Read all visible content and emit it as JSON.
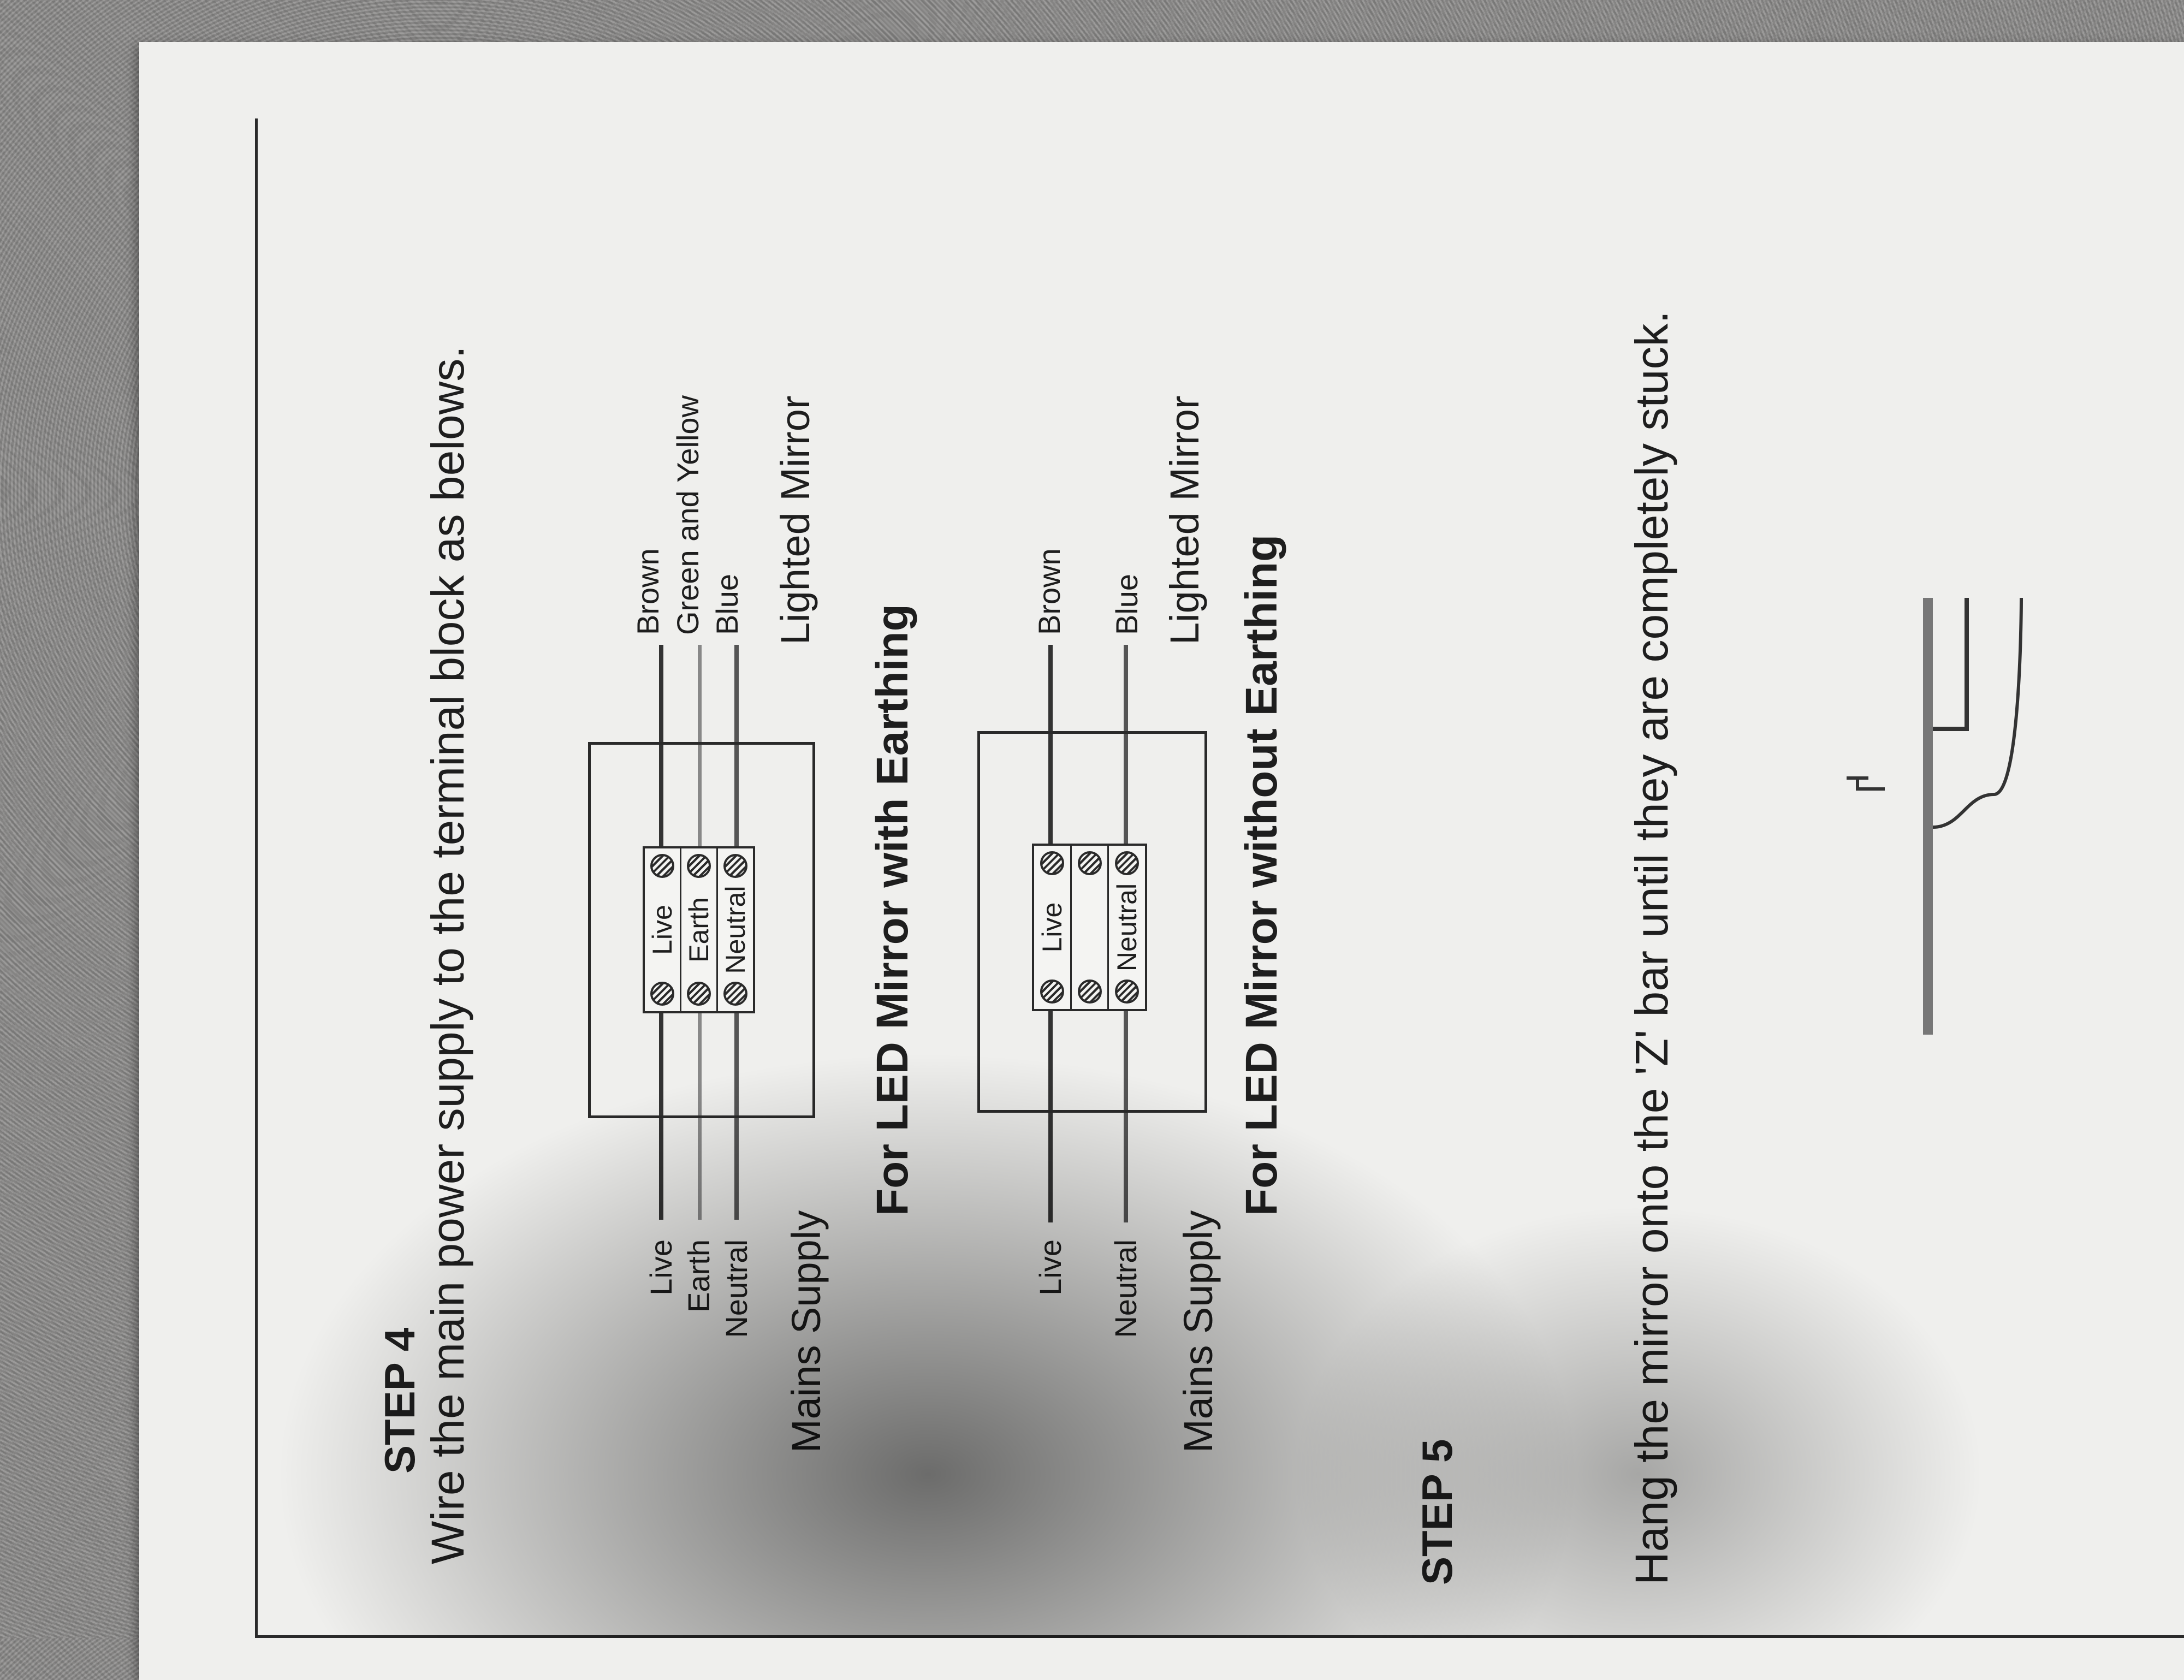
{
  "step4": {
    "heading": "STEP 4",
    "instruction": "Wire the main power supply to the terminal block as belows.",
    "diagram_with_earth": {
      "supply_labels": [
        "Live",
        "Earth",
        "Neutral"
      ],
      "terminal_labels": [
        "Live",
        "Earth",
        "Neutral"
      ],
      "wire_colors": [
        "Brown",
        "Green and Yellow",
        "Blue"
      ],
      "mains_label": "Mains Supply",
      "mirror_label": "Lighted Mirror",
      "caption": "For LED Mirror with Earthing"
    },
    "diagram_without_earth": {
      "supply_labels": [
        "Live",
        "Neutral"
      ],
      "terminal_labels": [
        "Live",
        "",
        "Neutral"
      ],
      "wire_colors": [
        "Brown",
        "Blue"
      ],
      "mains_label": "Mains Supply",
      "mirror_label": "Lighted Mirror",
      "caption": "For LED Mirror without Earthing"
    }
  },
  "step5": {
    "heading": "STEP 5",
    "instruction": "Hang the mirror onto the 'Z' bar until they are completely stuck."
  }
}
